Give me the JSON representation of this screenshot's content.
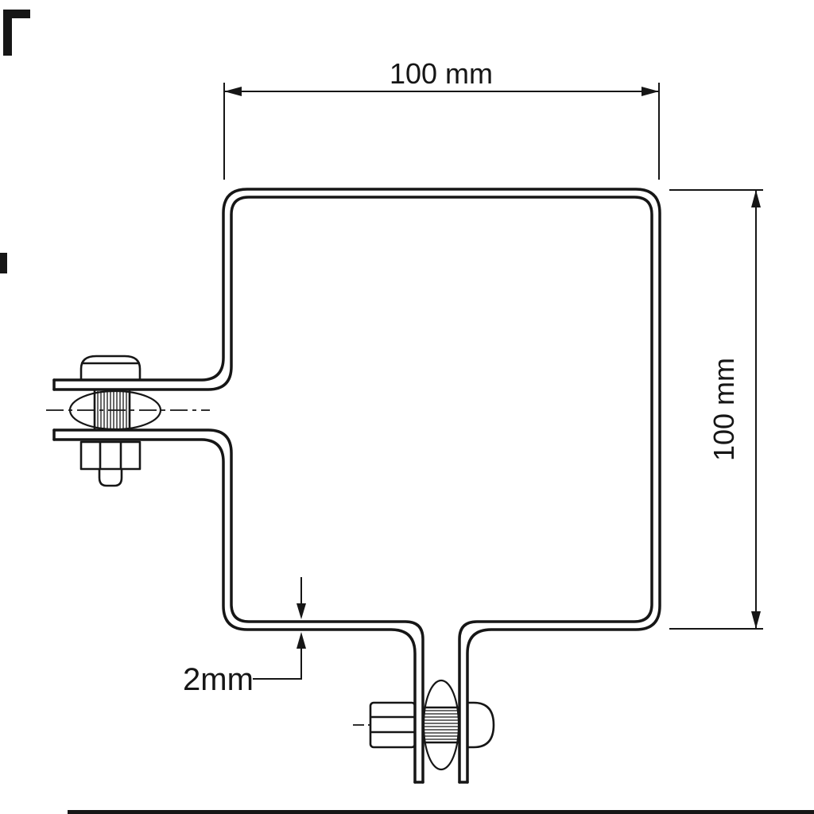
{
  "diagram": {
    "labels": {
      "width": "100 mm",
      "height": "100 mm",
      "thickness": "2mm"
    },
    "colors": {
      "line": "#161616",
      "background": "#ffffff"
    }
  }
}
